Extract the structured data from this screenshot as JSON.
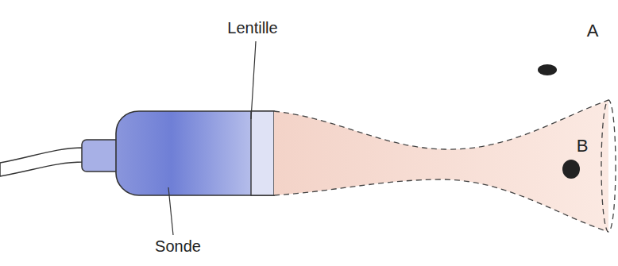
{
  "diagram": {
    "labels": [
      "Lentille",
      "A",
      "B",
      "Sonde"
    ]
  }
}
